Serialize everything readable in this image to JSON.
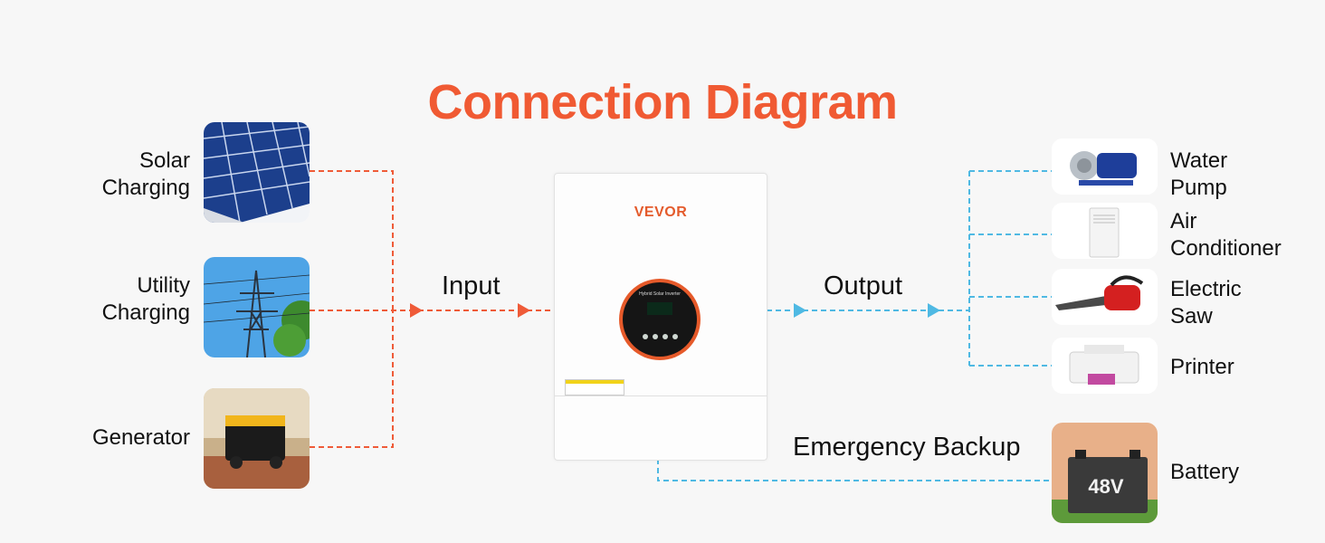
{
  "title": "Connection Diagram",
  "inputs": [
    {
      "label_line1": "Solar",
      "label_line2": "Charging",
      "icon": "solar-panel-image"
    },
    {
      "label_line1": "Utility",
      "label_line2": "Charging",
      "icon": "power-tower-image"
    },
    {
      "label_line1": "Generator",
      "label_line2": "",
      "icon": "generator-image"
    }
  ],
  "input_label": "Input",
  "output_label": "Output",
  "backup_label": "Emergency Backup",
  "inverter": {
    "brand": "VEVOR",
    "panel_caption": "Hybrid Solar Inverter",
    "icon": "hybrid-inverter-image"
  },
  "outputs": [
    {
      "label_line1": "Water",
      "label_line2": "Pump",
      "icon": "water-pump-image"
    },
    {
      "label_line1": "Air",
      "label_line2": "Conditioner",
      "icon": "air-conditioner-image"
    },
    {
      "label_line1": "Electric",
      "label_line2": "Saw",
      "icon": "chainsaw-image"
    },
    {
      "label_line1": "Printer",
      "label_line2": "",
      "icon": "printer-image"
    }
  ],
  "battery": {
    "label": "Battery",
    "voltage_text": "48V",
    "icon": "battery-image"
  },
  "colors": {
    "accent": "#f05a33",
    "input_line": "#ef5b38",
    "output_line": "#4fb9e3"
  }
}
